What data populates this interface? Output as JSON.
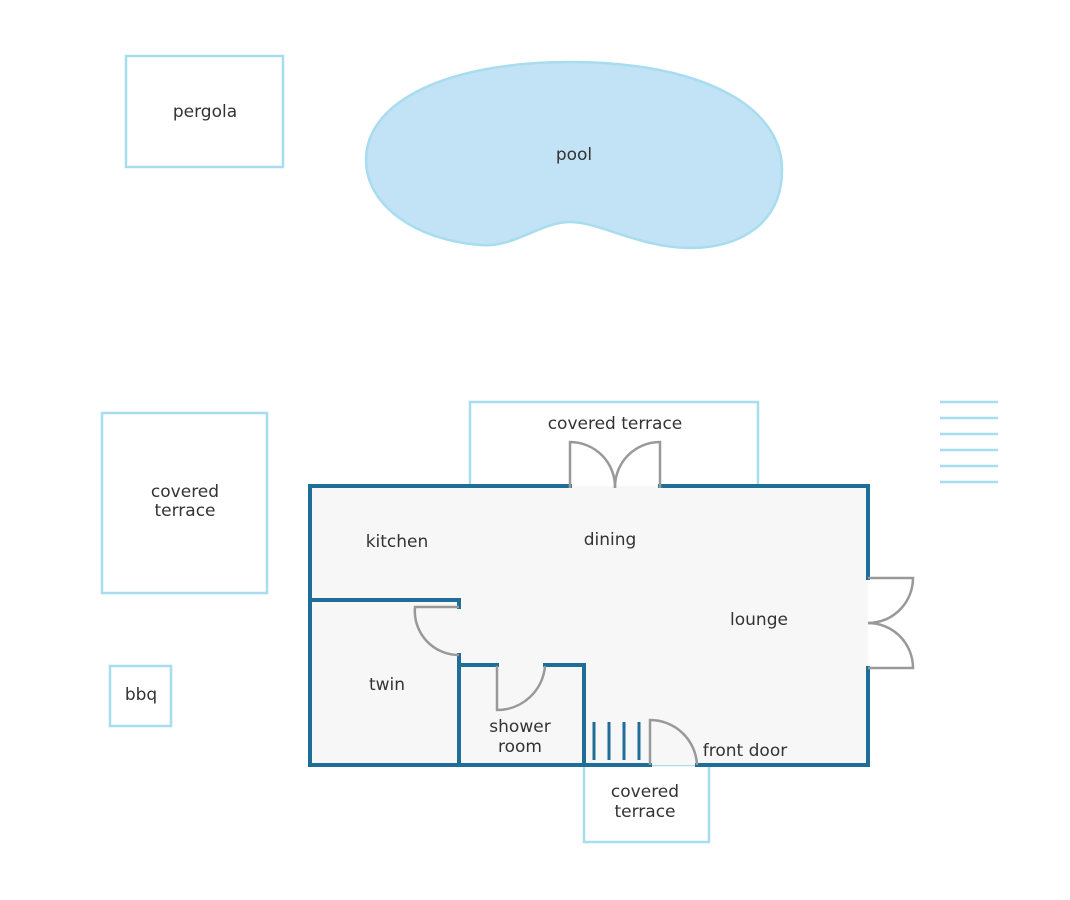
{
  "colors": {
    "outline": "#a8dcef",
    "pool_fill": "#c2e2f5",
    "wall": "#1f6e98",
    "floor": "#f7f7f7",
    "door": "#999999",
    "text": "#333333",
    "background": "#ffffff"
  },
  "labels": {
    "pergola": "pergola",
    "pool": "pool",
    "covered_terrace_top": "covered terrace",
    "covered_terrace_left_1": "covered",
    "covered_terrace_left_2": "terrace",
    "kitchen": "kitchen",
    "dining": "dining",
    "lounge": "lounge",
    "twin": "twin",
    "bbq": "bbq",
    "shower_room_1": "shower",
    "shower_room_2": "room",
    "front_door": "front door",
    "covered_terrace_bottom_1": "covered",
    "covered_terrace_bottom_2": "terrace"
  }
}
